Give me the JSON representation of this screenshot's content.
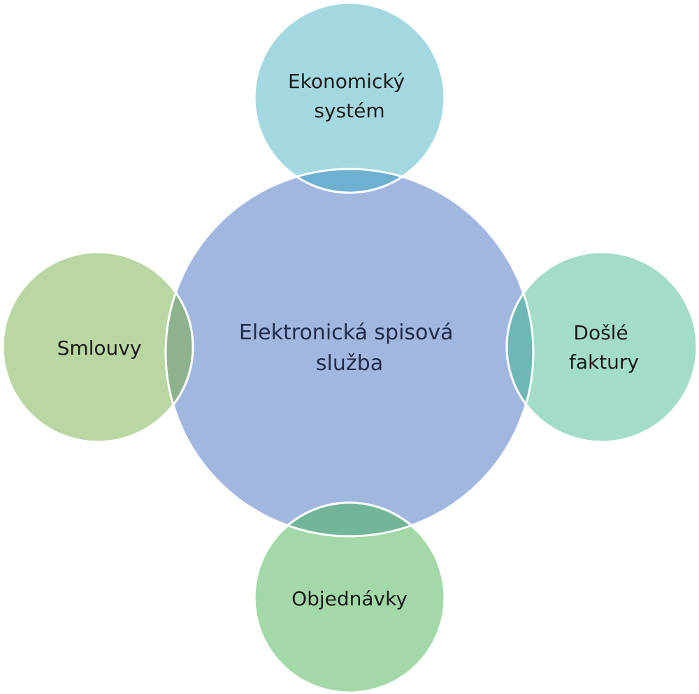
{
  "center": {
    "label_lines": [
      "Elektronická spisová",
      "služba"
    ],
    "color": "#a2b7e0"
  },
  "satellites": {
    "top": {
      "label_lines": [
        "Ekonomický",
        "systém"
      ],
      "color": "#a3d8e0",
      "overlap_color": "#6eb0d0"
    },
    "right": {
      "label_lines": [
        "Došlé",
        "faktury"
      ],
      "color": "#a3dcc7",
      "overlap_color": "#6fb7b6"
    },
    "bottom": {
      "label_lines": [
        "Objednávky"
      ],
      "color": "#a3d9a9",
      "overlap_color": "#72b598"
    },
    "left": {
      "label_lines": [
        "Smlouvy"
      ],
      "color": "#bad7a3",
      "overlap_color": "#8fb28e"
    }
  },
  "stroke_color": "#ffffff"
}
